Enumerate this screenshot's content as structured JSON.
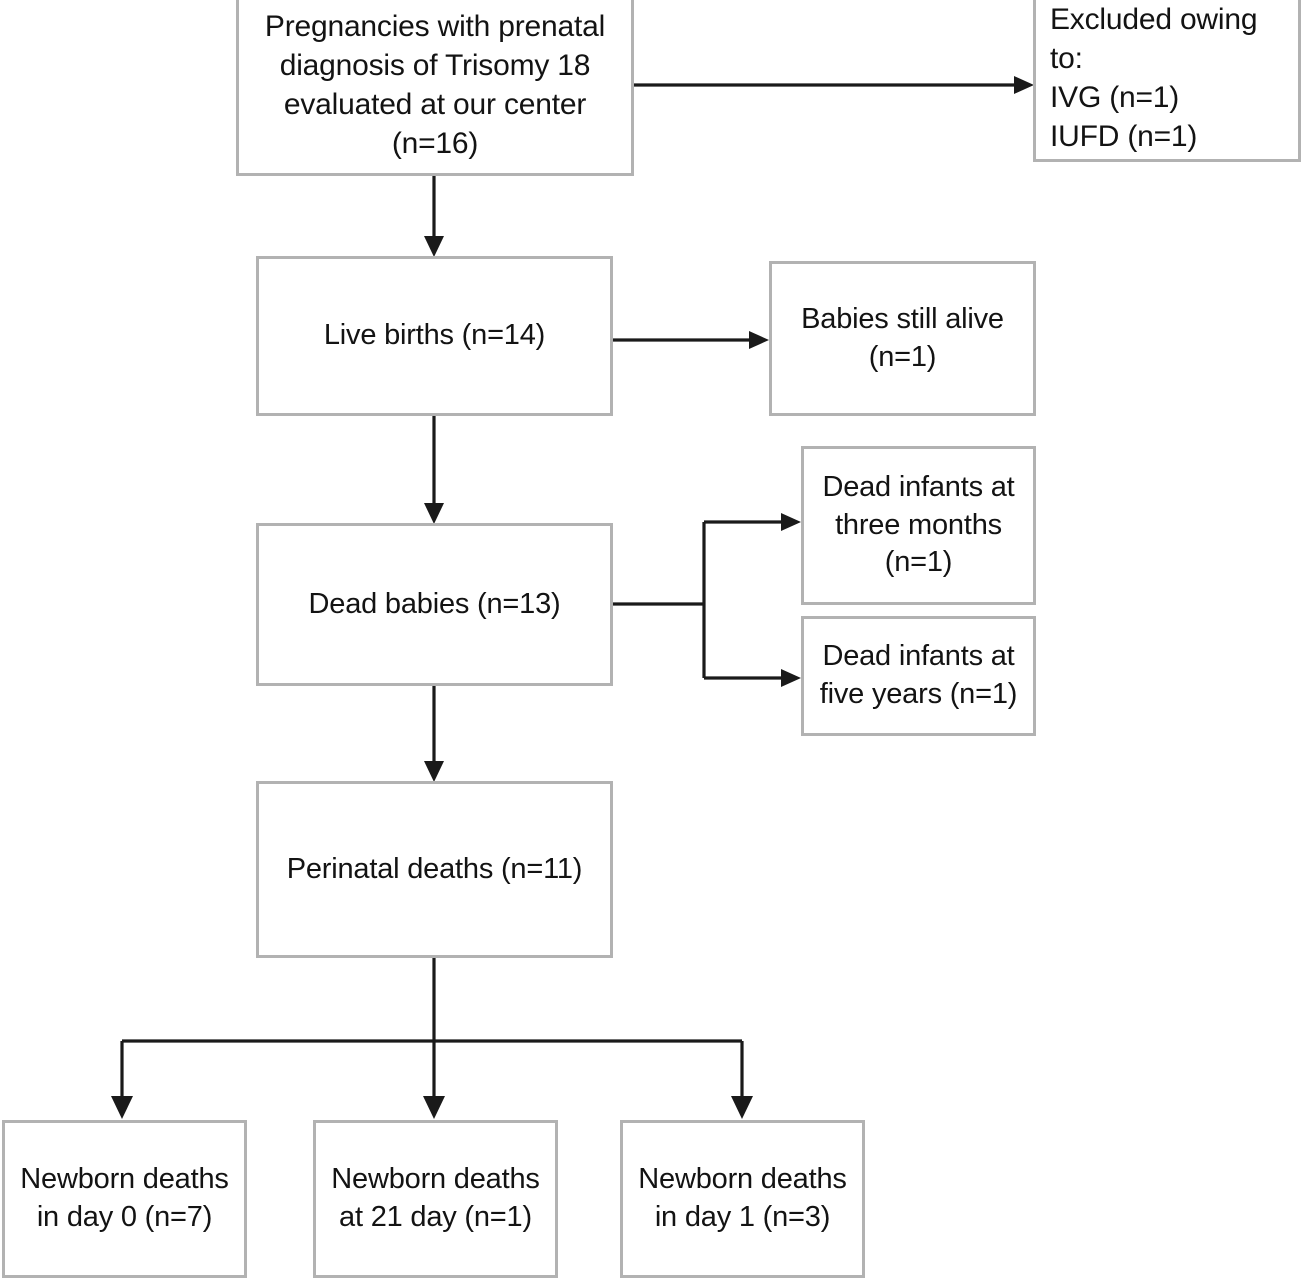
{
  "diagram": {
    "title": "Trisomy 18 pregnancy outcomes flowchart",
    "type": "flowchart",
    "border_color": "#b2b2b2",
    "line_color": "#1a1a1a",
    "background": "#ffffff"
  },
  "nodes": {
    "root": {
      "label": "Pregnancies with prenatal\ndiagnosis of Trisomy 18\nevaluated at our center (n=16)",
      "count": 16,
      "font_size": 30
    },
    "excluded": {
      "label": "Excluded owing to:\nIVG (n=1)\nIUFD (n=1)",
      "font_size": 30
    },
    "live_births": {
      "label": "Live births (n=14)",
      "count": 14,
      "font_size": 29
    },
    "babies_alive": {
      "label": "Babies still alive\n(n=1)",
      "count": 1,
      "font_size": 29
    },
    "dead_babies": {
      "label": "Dead babies (n=13)",
      "count": 13,
      "font_size": 29
    },
    "dead_three_months": {
      "label": "Dead infants at\nthree months\n(n=1)",
      "count": 1,
      "font_size": 29
    },
    "dead_five_years": {
      "label": "Dead infants at\nfive years (n=1)",
      "count": 1,
      "font_size": 29
    },
    "perinatal_deaths": {
      "label": "Perinatal deaths (n=11)",
      "count": 11,
      "font_size": 29
    },
    "newborn_day0": {
      "label": "Newborn deaths\nin day 0 (n=7)",
      "count": 7,
      "font_size": 29
    },
    "newborn_day21": {
      "label": "Newborn deaths\nat 21 day (n=1)",
      "count": 1,
      "font_size": 29
    },
    "newborn_day1": {
      "label": "Newborn deaths\nin day 1 (n=3)",
      "count": 3,
      "font_size": 29
    }
  },
  "edges": [
    {
      "from": "root",
      "to": "excluded",
      "style": "horizontal-arrow"
    },
    {
      "from": "root",
      "to": "live_births",
      "style": "vertical-arrow"
    },
    {
      "from": "live_births",
      "to": "babies_alive",
      "style": "horizontal-arrow"
    },
    {
      "from": "live_births",
      "to": "dead_babies",
      "style": "vertical-arrow"
    },
    {
      "from": "dead_babies",
      "to": "dead_three_months",
      "style": "elbow-arrow"
    },
    {
      "from": "dead_babies",
      "to": "dead_five_years",
      "style": "elbow-arrow"
    },
    {
      "from": "dead_babies",
      "to": "perinatal_deaths",
      "style": "vertical-arrow"
    },
    {
      "from": "perinatal_deaths",
      "to": "newborn_day0",
      "style": "split-arrow"
    },
    {
      "from": "perinatal_deaths",
      "to": "newborn_day21",
      "style": "split-arrow"
    },
    {
      "from": "perinatal_deaths",
      "to": "newborn_day1",
      "style": "split-arrow"
    }
  ]
}
